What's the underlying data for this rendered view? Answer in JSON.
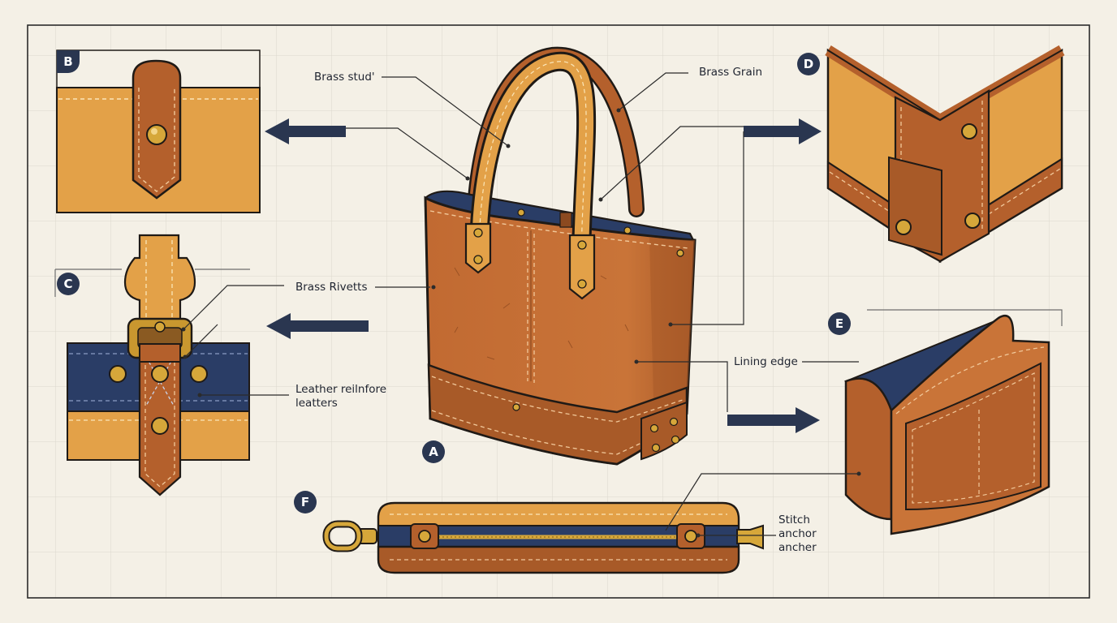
{
  "labels": {
    "brass_stud": "Brass stud'",
    "brass_grain": "Brass Grain",
    "brass_rivets": "Brass Rivetts",
    "leather_reinforce_line1": "Leather reilnfore",
    "leather_reinforce_line2": "leatters",
    "lining_edge": "Lining edge",
    "stitch_anchor_line1": "Stitch",
    "stitch_anchor_line2": "anchor",
    "stitch_anchor_line3": "ancher"
  },
  "badges": {
    "a": "A",
    "b": "B",
    "c": "C",
    "d": "D",
    "e": "E",
    "f": "F"
  },
  "colors": {
    "background": "#f4f0e6",
    "grid": "#dcd8cd",
    "outline": "#1f1a16",
    "leather_dark": "#b4602c",
    "leather_mid": "#c97438",
    "leather_tan": "#e3a148",
    "lining_navy": "#2a3d66",
    "brass": "#d6a73a",
    "arrow_navy": "#2a3650",
    "badge_navy": "#2a3650"
  }
}
